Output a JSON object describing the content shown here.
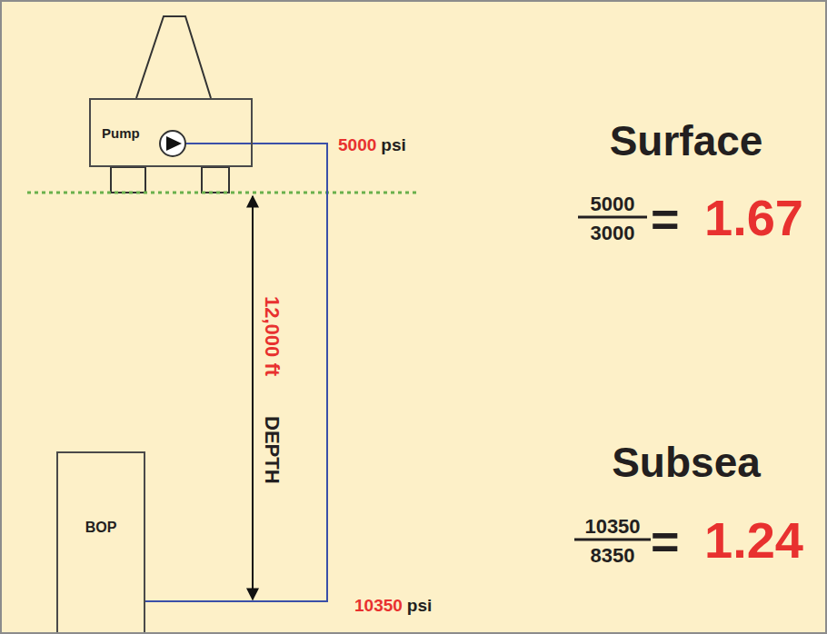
{
  "diagram": {
    "nodes": [
      {
        "text": [
          "Pump"
        ]
      },
      {
        "text": [
          "BOP"
        ]
      }
    ],
    "edges": [
      {
        "from": 0,
        "to": 1,
        "arrow": "none"
      }
    ],
    "labels": [
      "5000",
      "psi",
      "12,000 ft",
      "DEPTH",
      "10350",
      "psi",
      "Surface",
      "5000",
      "3000",
      "=",
      "1.67",
      "Subsea",
      "10350",
      "8350",
      "=",
      "1.24"
    ]
  }
}
